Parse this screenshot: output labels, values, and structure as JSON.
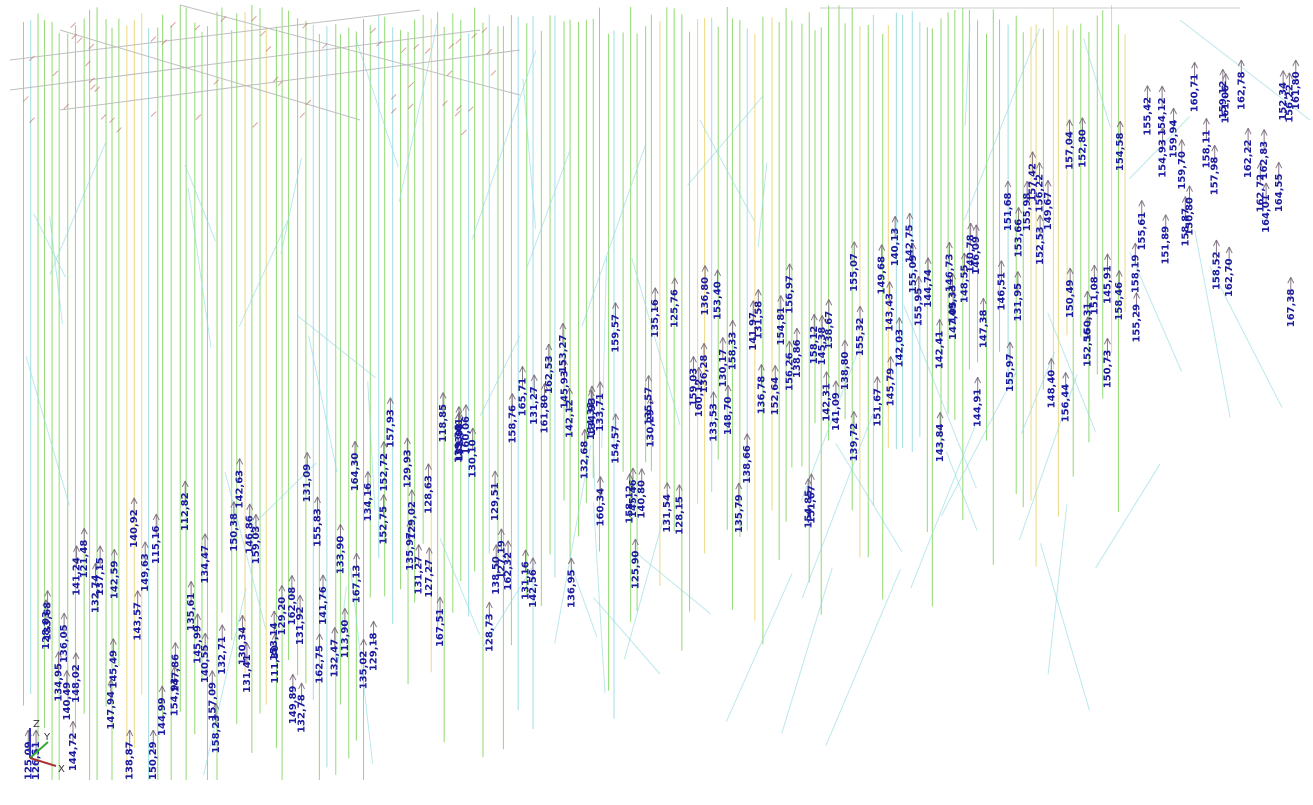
{
  "viewport": {
    "background": "#ffffff",
    "colors": {
      "member_green": "#7fd45a",
      "member_cyan": "#8fd8e0",
      "member_yellow": "#e8d26a",
      "member_gray": "#b9b9b9",
      "arrow": "#7a6a7a",
      "label": "#1a1aa0",
      "hatch_red": "#c0504d"
    }
  },
  "triad": {
    "z_label": "Z",
    "y_label": "Y",
    "x_label": "X"
  },
  "results": [
    {
      "value": "125,09"
    },
    {
      "value": "126,51"
    },
    {
      "value": "128,03"
    },
    {
      "value": "133,68"
    },
    {
      "value": "134,95"
    },
    {
      "value": "136,05"
    },
    {
      "value": "140,49"
    },
    {
      "value": "144,72"
    },
    {
      "value": "148,02"
    },
    {
      "value": "141,24"
    },
    {
      "value": "121,48"
    },
    {
      "value": "137,15"
    },
    {
      "value": "132,74"
    },
    {
      "value": "147,94"
    },
    {
      "value": "145,49"
    },
    {
      "value": "142,59"
    },
    {
      "value": "138,87"
    },
    {
      "value": "140,92"
    },
    {
      "value": "143,57"
    },
    {
      "value": "149,63"
    },
    {
      "value": "150,29"
    },
    {
      "value": "115,16"
    },
    {
      "value": "144,99"
    },
    {
      "value": "147,86"
    },
    {
      "value": "154,93"
    },
    {
      "value": "112,82"
    },
    {
      "value": "135,61"
    },
    {
      "value": "145,99"
    },
    {
      "value": "134,47"
    },
    {
      "value": "140,55"
    },
    {
      "value": "158,23"
    },
    {
      "value": "157,09"
    },
    {
      "value": "132,71"
    },
    {
      "value": "150,38"
    },
    {
      "value": "142,63"
    },
    {
      "value": "131,41"
    },
    {
      "value": "130,34"
    },
    {
      "value": "146,86"
    },
    {
      "value": "159,03"
    },
    {
      "value": "153,14"
    },
    {
      "value": "111,30"
    },
    {
      "value": "129,20"
    },
    {
      "value": "162,08"
    },
    {
      "value": "149,89"
    },
    {
      "value": "132,78"
    },
    {
      "value": "131,92"
    },
    {
      "value": "131,09"
    },
    {
      "value": "162,75"
    },
    {
      "value": "155,83"
    },
    {
      "value": "141,76"
    },
    {
      "value": "133,90"
    },
    {
      "value": "132,47"
    },
    {
      "value": "113,90"
    },
    {
      "value": "164,30"
    },
    {
      "value": "167,13"
    },
    {
      "value": "135,02"
    },
    {
      "value": "134,16"
    },
    {
      "value": "129,18"
    },
    {
      "value": "152,75"
    },
    {
      "value": "152,72"
    },
    {
      "value": "157,93"
    },
    {
      "value": "135,97"
    },
    {
      "value": "129,93"
    },
    {
      "value": "129,02"
    },
    {
      "value": "131,27"
    },
    {
      "value": "127,27"
    },
    {
      "value": "128,63"
    },
    {
      "value": "118,85"
    },
    {
      "value": "167,51"
    },
    {
      "value": "153,41"
    },
    {
      "value": "139,03"
    },
    {
      "value": "139,36"
    },
    {
      "value": "160,06"
    },
    {
      "value": "130,10"
    },
    {
      "value": "128,73"
    },
    {
      "value": "138,50"
    },
    {
      "value": "127,19"
    },
    {
      "value": "129,51"
    },
    {
      "value": "158,76"
    },
    {
      "value": "162,32"
    },
    {
      "value": "165,71"
    },
    {
      "value": "142,56"
    },
    {
      "value": "131,16"
    },
    {
      "value": "131,27"
    },
    {
      "value": "162,53"
    },
    {
      "value": "161,80"
    },
    {
      "value": "153,27"
    },
    {
      "value": "145,93"
    },
    {
      "value": "142,12"
    },
    {
      "value": "136,95"
    },
    {
      "value": "132,68"
    },
    {
      "value": "134,33"
    },
    {
      "value": "134,93"
    },
    {
      "value": "133,71"
    },
    {
      "value": "160,34"
    },
    {
      "value": "154,57"
    },
    {
      "value": "159,57"
    },
    {
      "value": "158,12"
    },
    {
      "value": "145,46"
    },
    {
      "value": "125,90"
    },
    {
      "value": "140,80"
    },
    {
      "value": "135,57"
    },
    {
      "value": "130,29"
    },
    {
      "value": "135,16"
    },
    {
      "value": "131,54"
    },
    {
      "value": "128,15"
    },
    {
      "value": "125,76"
    },
    {
      "value": "159,03"
    },
    {
      "value": "160,12"
    },
    {
      "value": "136,80"
    },
    {
      "value": "136,28"
    },
    {
      "value": "133,53"
    },
    {
      "value": "130,17"
    },
    {
      "value": "153,40"
    },
    {
      "value": "148,70"
    },
    {
      "value": "158,33"
    },
    {
      "value": "135,79"
    },
    {
      "value": "138,66"
    },
    {
      "value": "141,97"
    },
    {
      "value": "131,58"
    },
    {
      "value": "136,78"
    },
    {
      "value": "152,64"
    },
    {
      "value": "154,81"
    },
    {
      "value": "156,97"
    },
    {
      "value": "156,26"
    },
    {
      "value": "138,86"
    },
    {
      "value": "154,85"
    },
    {
      "value": "158,12"
    },
    {
      "value": "151,67"
    },
    {
      "value": "145,38"
    },
    {
      "value": "142,31"
    },
    {
      "value": "138,67"
    },
    {
      "value": "141,09"
    },
    {
      "value": "138,80"
    },
    {
      "value": "139,72"
    },
    {
      "value": "155,07"
    },
    {
      "value": "155,32"
    },
    {
      "value": "151,67"
    },
    {
      "value": "149,68"
    },
    {
      "value": "145,79"
    },
    {
      "value": "143,43"
    },
    {
      "value": "140,13"
    },
    {
      "value": "142,03"
    },
    {
      "value": "142,75"
    },
    {
      "value": "155,09"
    },
    {
      "value": "155,95"
    },
    {
      "value": "144,74"
    },
    {
      "value": "143,84"
    },
    {
      "value": "142,41"
    },
    {
      "value": "146,73"
    },
    {
      "value": "147,05"
    },
    {
      "value": "149,33"
    },
    {
      "value": "148,55"
    },
    {
      "value": "140,78"
    },
    {
      "value": "146,09"
    },
    {
      "value": "144,91"
    },
    {
      "value": "147,38"
    },
    {
      "value": "146,51"
    },
    {
      "value": "151,68"
    },
    {
      "value": "155,97"
    },
    {
      "value": "153,66"
    },
    {
      "value": "131,95"
    },
    {
      "value": "155,98"
    },
    {
      "value": "157,42"
    },
    {
      "value": "152,53"
    },
    {
      "value": "156,22"
    },
    {
      "value": "149,67"
    },
    {
      "value": "148,40"
    },
    {
      "value": "156,44"
    },
    {
      "value": "157,04"
    },
    {
      "value": "150,49"
    },
    {
      "value": "152,80"
    },
    {
      "value": "152,56"
    },
    {
      "value": "150,31"
    },
    {
      "value": "151,08"
    },
    {
      "value": "150,73"
    },
    {
      "value": "145,91"
    },
    {
      "value": "154,58"
    },
    {
      "value": "158,46"
    },
    {
      "value": "158,19"
    },
    {
      "value": "155,29"
    },
    {
      "value": "155,61"
    },
    {
      "value": "155,42"
    },
    {
      "value": "154,12"
    },
    {
      "value": "151,89"
    },
    {
      "value": "154,93"
    },
    {
      "value": "159,94"
    },
    {
      "value": "159,70"
    },
    {
      "value": "158,87"
    },
    {
      "value": "150,80"
    },
    {
      "value": "160,71"
    },
    {
      "value": "158,11"
    },
    {
      "value": "157,98"
    },
    {
      "value": "159,12"
    },
    {
      "value": "158,52"
    },
    {
      "value": "161,06"
    },
    {
      "value": "162,70"
    },
    {
      "value": "162,22"
    },
    {
      "value": "162,78"
    },
    {
      "value": "162,72"
    },
    {
      "value": "162,83"
    },
    {
      "value": "164,01"
    },
    {
      "value": "164,55"
    },
    {
      "value": "152,34"
    },
    {
      "value": "167,38"
    },
    {
      "value": "156,22"
    },
    {
      "value": "161,80"
    }
  ]
}
